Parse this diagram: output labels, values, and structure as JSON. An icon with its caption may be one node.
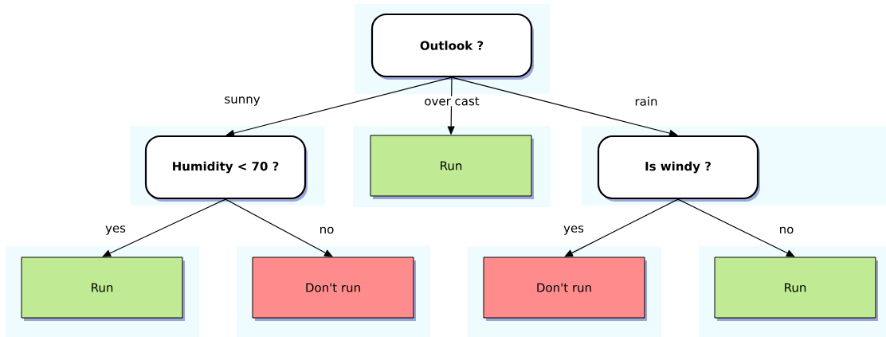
{
  "diagram": {
    "nodes": [
      {
        "text": [
          "Outlook ?"
        ]
      },
      {
        "text": [
          "Humidity < 70 ?"
        ]
      },
      {
        "text": [
          "Run"
        ]
      },
      {
        "text": [
          "Is windy ?"
        ]
      },
      {
        "text": [
          "Run"
        ]
      },
      {
        "text": [
          "Don't run"
        ]
      },
      {
        "text": [
          "Don't run"
        ]
      },
      {
        "text": [
          "Run"
        ]
      }
    ],
    "edges": [
      {
        "from": 0,
        "to": 1,
        "arrow": "to",
        "label": "sunny"
      },
      {
        "from": 0,
        "to": 2,
        "arrow": "to",
        "label": "over cast"
      },
      {
        "from": 0,
        "to": 3,
        "arrow": "to",
        "label": "rain"
      },
      {
        "from": 1,
        "to": 4,
        "arrow": "to",
        "label": "yes"
      },
      {
        "from": 1,
        "to": 5,
        "arrow": "to",
        "label": "no"
      },
      {
        "from": 3,
        "to": 6,
        "arrow": "to",
        "label": "yes"
      },
      {
        "from": 3,
        "to": 7,
        "arrow": "to",
        "label": "no"
      }
    ]
  }
}
